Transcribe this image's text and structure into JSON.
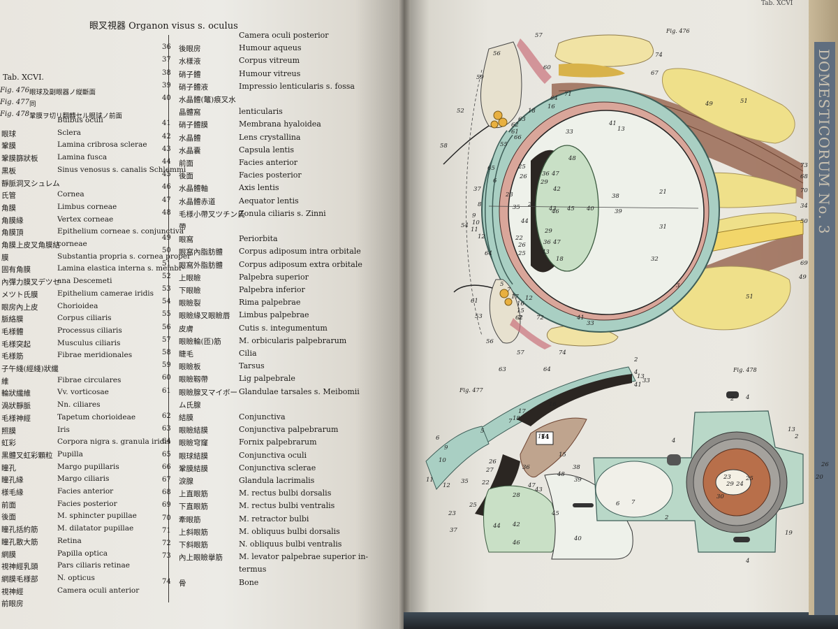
{
  "left_page": {
    "heading": "眼叉視器 Organon visus s. oculus",
    "tab_label": "Tab. XCVI.",
    "figure_captions": [
      {
        "fig": "Fig. 476",
        "jp": "眼球及副眼器ノ縦斷面"
      },
      {
        "fig": "Fig. 477",
        "jp": "同"
      },
      {
        "fig": "Fig. 478",
        "jp": "鞏膜ヲ切リ翻轉セル眼球ノ前面"
      }
    ],
    "col1": [
      {
        "jp": "",
        "la": "Bulbus oculi"
      },
      {
        "jp": "眼球",
        "la": "Sclera"
      },
      {
        "jp": "鞏膜",
        "la": "Lamina cribrosa sclerae"
      },
      {
        "jp": "鞏膜篩狀板",
        "la": "Lamina fusca"
      },
      {
        "jp": "黒板",
        "la": "Sinus venosus s. canalis Schlemmi"
      },
      {
        "jp": "靜脈洞叉シュレム",
        "la": ""
      },
      {
        "jp": "氏管",
        "la": "Cornea"
      },
      {
        "jp": "角膜",
        "la": "Limbus corneae"
      },
      {
        "jp": "角膜緣",
        "la": "Vertex corneae"
      },
      {
        "jp": "角膜頂",
        "la": "Epithelium corneae s. conjunctiva"
      },
      {
        "jp": "角膜上皮叉角膜結",
        "la": "corneae"
      },
      {
        "jp": "膜",
        "la": "Substantia propria s. cornea proper"
      },
      {
        "jp": "固有角膜",
        "la": "Lamina elastica interna s. membr-"
      },
      {
        "jp": "內彈力膜叉デツセ",
        "la": "ana Descemeti"
      },
      {
        "jp": "メツト氏膜",
        "la": "Epithelium camerae iridis"
      },
      {
        "jp": "眼房內上皮",
        "la": "Chorioidea"
      },
      {
        "jp": "脈絡膜",
        "la": "Corpus ciliaris"
      },
      {
        "jp": "毛様體",
        "la": "Processus ciliaris"
      },
      {
        "jp": "毛様突起",
        "la": "Musculus ciliaris"
      },
      {
        "jp": "毛様筋",
        "la": "Fibrae meridionales"
      },
      {
        "jp": "子午綫(經綫)狀纖",
        "la": ""
      },
      {
        "jp": "維",
        "la": "Fibrae circulares"
      },
      {
        "jp": "輪狀纖維",
        "la": "Vv. vorticosae"
      },
      {
        "jp": "渦狀靜脈",
        "la": "Nn. ciliares"
      },
      {
        "jp": "毛様神經",
        "la": "Tapetum chorioideae"
      },
      {
        "jp": "照膜",
        "la": "Iris"
      },
      {
        "jp": "虹彩",
        "la": "Corpora nigra s. granula iridis"
      },
      {
        "jp": "黒體叉虹彩顆粒",
        "la": "Pupilla"
      },
      {
        "jp": "瞳孔",
        "la": "Margo pupillaris"
      },
      {
        "jp": "瞳孔緣",
        "la": "Margo ciliaris"
      },
      {
        "jp": "様毛緣",
        "la": "Facies anterior"
      },
      {
        "jp": "前面",
        "la": "Facies posterior"
      },
      {
        "jp": "後面",
        "la": "M. sphincter pupillae"
      },
      {
        "jp": "瞳孔括約筋",
        "la": "M. dilatator pupillae"
      },
      {
        "jp": "瞳孔散大筋",
        "la": "Retina"
      },
      {
        "jp": "網膜",
        "la": "Papilla optica"
      },
      {
        "jp": "視神經乳頭",
        "la": "Pars ciliaris retinae"
      },
      {
        "jp": "網膜毛様部",
        "la": "N. opticus"
      },
      {
        "jp": "視神經",
        "la": "Camera oculi anterior"
      },
      {
        "jp": "前眼房",
        "la": ""
      }
    ],
    "col2": [
      {
        "num": "",
        "jp": "",
        "la": "Camera oculi posterior"
      },
      {
        "num": "36",
        "jp": "後眼房",
        "la": "Humour aqueus"
      },
      {
        "num": "37",
        "jp": "水樣液",
        "la": "Corpus vitreum"
      },
      {
        "num": "38",
        "jp": "硝子體",
        "la": "Humour vitreus"
      },
      {
        "num": "39",
        "jp": "硝子體液",
        "la": "Impressio lenticularis s. fossa"
      },
      {
        "num": "40",
        "jp": "水晶體(鼈)痕叉水",
        "la": ""
      },
      {
        "num": "",
        "jp": "晶體窩",
        "la": "lenticularis"
      },
      {
        "num": "41",
        "jp": "硝子體膜",
        "la": "Membrana hyaloidea"
      },
      {
        "num": "42",
        "jp": "水晶體",
        "la": "Lens crystallina"
      },
      {
        "num": "43",
        "jp": "水晶囊",
        "la": "Capsula lentis"
      },
      {
        "num": "44",
        "jp": "前面",
        "la": "Facies anterior"
      },
      {
        "num": "45",
        "jp": "後面",
        "la": "Facies posterior"
      },
      {
        "num": "46",
        "jp": "水晶體軸",
        "la": "Axis lentis"
      },
      {
        "num": "47",
        "jp": "水晶體赤道",
        "la": "Aequator lentis"
      },
      {
        "num": "48",
        "jp": "毛様小帶叉ツチン氏",
        "la": "Zonula ciliaris s. Zinni"
      },
      {
        "num": "",
        "jp": "帶",
        "la": ""
      },
      {
        "num": "49",
        "jp": "眼窩",
        "la": "Periorbita"
      },
      {
        "num": "50",
        "jp": "眼窩內脂肪體",
        "la": "Corpus adiposum intra orbitale"
      },
      {
        "num": "51",
        "jp": "眼窩外脂肪體",
        "la": "Corpus adiposum extra orbitale"
      },
      {
        "num": "52",
        "jp": "上眼瞼",
        "la": "Palpebra superior"
      },
      {
        "num": "53",
        "jp": "下眼瞼",
        "la": "Palpebra inferior"
      },
      {
        "num": "54",
        "jp": "眼瞼裂",
        "la": "Rima palpebrae"
      },
      {
        "num": "55",
        "jp": "眼瞼緣叉眼瞼唇",
        "la": "Limbus palpebrae"
      },
      {
        "num": "56",
        "jp": "皮膚",
        "la": "Cutis s. integumentum"
      },
      {
        "num": "57",
        "jp": "眼瞼輪(匝)筋",
        "la": "M. orbicularis palpebrarum"
      },
      {
        "num": "58",
        "jp": "睫毛",
        "la": "Cilia"
      },
      {
        "num": "59",
        "jp": "眼瞼板",
        "la": "Tarsus"
      },
      {
        "num": "60",
        "jp": "眼瞼靱帶",
        "la": "Lig palpebrale"
      },
      {
        "num": "61",
        "jp": "眼瞼腺叉マイボー",
        "la": "Glandulae tarsales s. Meibomii"
      },
      {
        "num": "",
        "jp": "ム氏腺",
        "la": ""
      },
      {
        "num": "62",
        "jp": "結膜",
        "la": "Conjunctiva"
      },
      {
        "num": "63",
        "jp": "眼瞼結膜",
        "la": "Conjunctiva palpebrarum"
      },
      {
        "num": "64",
        "jp": "眼瞼穹窿",
        "la": "Fornix palpebrarum"
      },
      {
        "num": "65",
        "jp": "眼球結膜",
        "la": "Conjunctiva oculi"
      },
      {
        "num": "66",
        "jp": "鞏膜結膜",
        "la": "Conjunctiva sclerae"
      },
      {
        "num": "67",
        "jp": "淚腺",
        "la": "Glandula lacrimalis"
      },
      {
        "num": "68",
        "jp": "上直眼筋",
        "la": "M. rectus bulbi dorsalis"
      },
      {
        "num": "69",
        "jp": "下直眼筋",
        "la": "M. rectus bulbi ventralis"
      },
      {
        "num": "70",
        "jp": "牽眼筋",
        "la": "M. retractor bulbi"
      },
      {
        "num": "71",
        "jp": "上斜眼筋",
        "la": "M. obliquus bulbi dorsalis"
      },
      {
        "num": "72",
        "jp": "下斜眼筋",
        "la": "N. obliquus bulbi ventralis"
      },
      {
        "num": "73",
        "jp": "內上眼瞼擧筋",
        "la": "M. levator palpebrae superior in-"
      },
      {
        "num": "",
        "jp": "",
        "la": "termus"
      },
      {
        "num": "74",
        "jp": "骨",
        "la": "Bone"
      }
    ]
  },
  "right_page": {
    "header": "Tab. XCVI",
    "fig476": "Fig. 476",
    "fig477": "Fig. 477",
    "fig478": "Fig. 478",
    "box_label": "14",
    "spine_text": "DOMESTICORUM No. 3"
  },
  "colors": {
    "paper": "#ebe9e2",
    "sclera_green": "#a9cfc3",
    "muscle_brown": "#9a6a55",
    "fat_yellow": "#efe08a",
    "lens_green": "#c9e0c6"
  }
}
